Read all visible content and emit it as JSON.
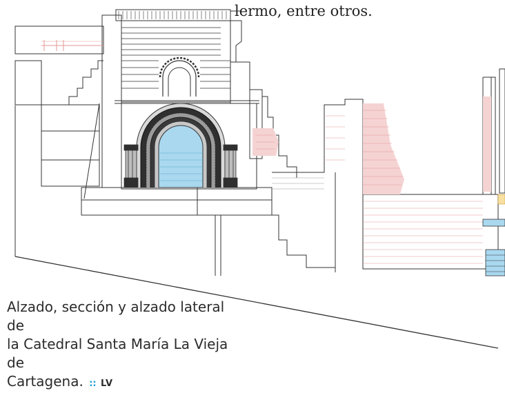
{
  "article": {
    "top_text": "lermo, entre otros."
  },
  "caption": {
    "lines": [
      "Alzado, sección y alzado lateral de",
      "la Catedral Santa María La Vieja de",
      "Cartagena."
    ],
    "separator": "::",
    "credit": "LV"
  },
  "colors": {
    "arch_fill": "#a9d8ef",
    "ruin_fill": "#f5d3d3",
    "ruin_line": "#e59797",
    "line": "#333333",
    "accent": "#1a9fd6"
  }
}
